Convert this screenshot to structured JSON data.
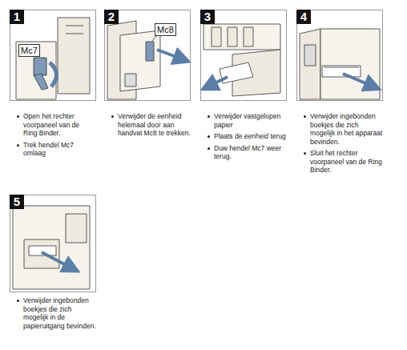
{
  "diagram": {
    "nodes": [
      {
        "text": [
          "1"
        ]
      },
      {
        "text": [
          "2"
        ]
      },
      {
        "text": [
          "3"
        ]
      },
      {
        "text": [
          "4"
        ]
      },
      {
        "text": [
          "5"
        ]
      },
      {
        "text": [
          "Mc7"
        ],
        "in": 0
      },
      {
        "text": [
          "Mc8"
        ],
        "in": 1
      }
    ],
    "labels": [
      "Open het rechter voorpaneel van de Ring Binder.",
      "Trek hendel Mc7 omlaag",
      "Verwijder de eenheid helemaal door aan handvat Mc8 te trekken.",
      "Verwijder vastgelopen papier",
      "Plaats de eenheid terug",
      "Duw hendel Mc7 weer terug.",
      "Verwijder ingebonden boekjes die zich mogelijk in het apparaat bevinden.",
      "Sluit het rechter voorpaneel van de Ring Binder.",
      "Verwijder ingebonden boekjes die zich mogelijk in de papieruitgang bevinden."
    ]
  }
}
